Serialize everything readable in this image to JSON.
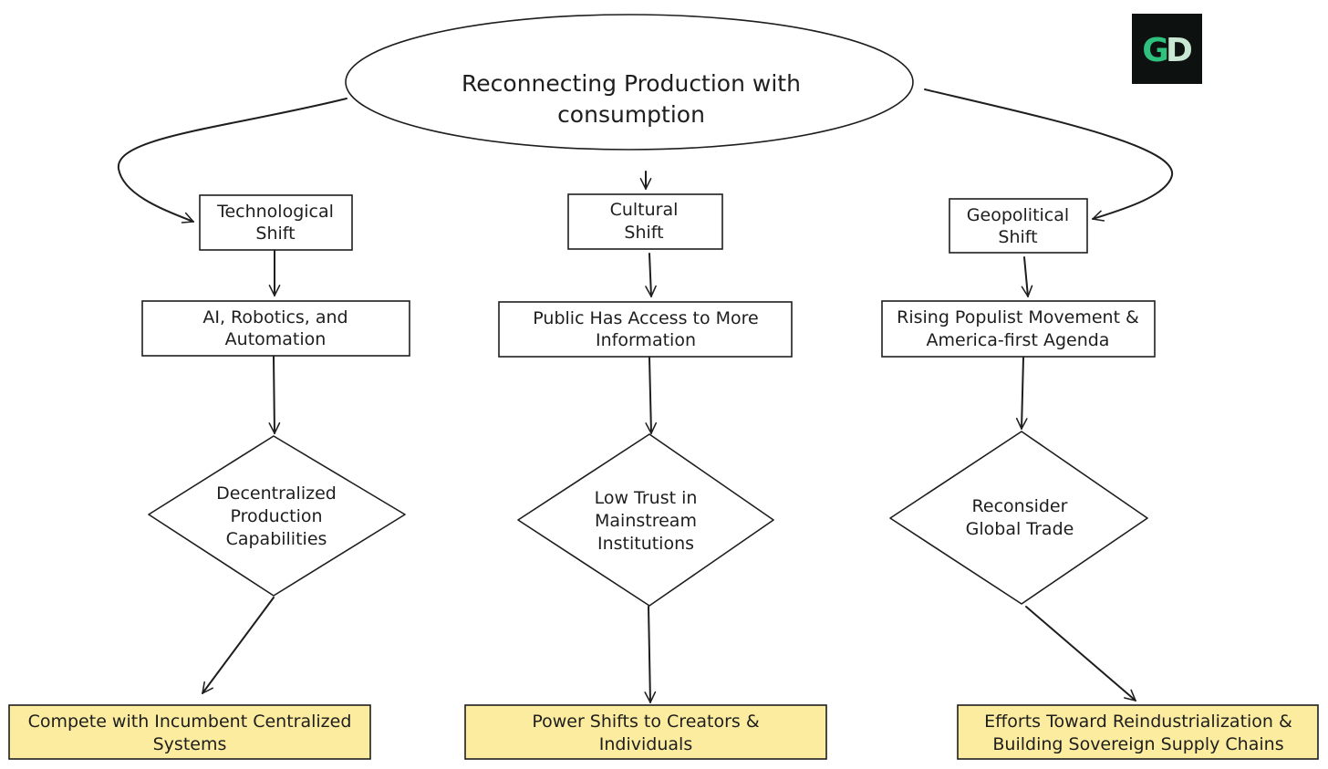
{
  "title": {
    "lines": [
      "Reconnecting Production with",
      "consumption"
    ]
  },
  "logo": {
    "letters": [
      "G",
      "D"
    ],
    "color_g": "#2ec27e",
    "color_d": "#c8e8d4"
  },
  "columns": [
    {
      "shift": [
        "Technological",
        "Shift"
      ],
      "driver": [
        "AI, Robotics, and",
        "Automation"
      ],
      "effect": [
        "Decentralized",
        "Production",
        "Capabilities"
      ],
      "outcome": [
        "Compete with Incumbent Centralized",
        "Systems"
      ]
    },
    {
      "shift": [
        "Cultural",
        "Shift"
      ],
      "driver": [
        "Public Has Access to More",
        "Information"
      ],
      "effect": [
        "Low Trust in",
        "Mainstream",
        "Institutions"
      ],
      "outcome": [
        "Power Shifts to Creators &",
        "Individuals"
      ]
    },
    {
      "shift": [
        "Geopolitical",
        "Shift"
      ],
      "driver": [
        "Rising Populist Movement &",
        "America-first Agenda"
      ],
      "effect": [
        "Reconsider",
        "Global Trade"
      ],
      "outcome": [
        "Efforts Toward Reindustrialization &",
        "Building Sovereign Supply Chains"
      ]
    }
  ],
  "colors": {
    "outcome_fill": "#fcec9f",
    "stroke": "#1e1e1e"
  }
}
